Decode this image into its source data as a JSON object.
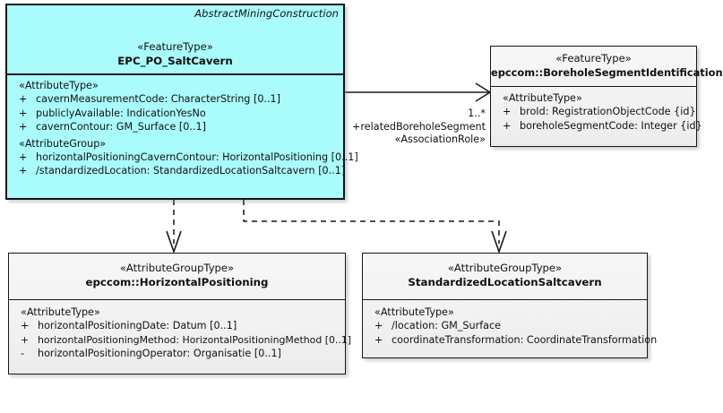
{
  "diagram": {
    "type": "uml-class-diagram",
    "background": "#ffffff",
    "highlight_color": "#aafbfb",
    "box_fill_color": "#f2f2f2",
    "line_color": "#14171a"
  },
  "classes": [
    {
      "id": "salt-cavern",
      "qualifier": "AbstractMiningConstruction",
      "stereotype": "«FeatureType»",
      "name": "EPC_PO_SaltCavern",
      "compartments": [
        {
          "label": "«AttributeType»",
          "attributes": [
            {
              "visibility": "+",
              "text": "cavernMeasurementCode: CharacterString [0..1]"
            },
            {
              "visibility": "+",
              "text": "publiclyAvailable: IndicationYesNo"
            },
            {
              "visibility": "+",
              "text": "cavernContour: GM_Surface [0..1]"
            }
          ]
        },
        {
          "label": "«AttributeGroup»",
          "attributes": [
            {
              "visibility": "+",
              "text": "horizontalPositioningCavernContour: HorizontalPositioning [0..1]"
            },
            {
              "visibility": "+",
              "text": "/standardizedLocation: StandardizedLocationSaltcavern [0..1]"
            }
          ]
        }
      ]
    },
    {
      "id": "borehole-segment-identification",
      "qualifier": "",
      "stereotype": "«FeatureType»",
      "name": "epccom::BoreholeSegmentIdentification",
      "compartments": [
        {
          "label": "«AttributeType»",
          "attributes": [
            {
              "visibility": "+",
              "text": "broId: RegistrationObjectCode {id}"
            },
            {
              "visibility": "+",
              "text": "boreholeSegmentCode: Integer {id}"
            }
          ]
        }
      ]
    },
    {
      "id": "horizontal-positioning",
      "qualifier": "",
      "stereotype": "«AttributeGroupType»",
      "name": "epccom::HorizontalPositioning",
      "compartments": [
        {
          "label": "«AttributeType»",
          "attributes": [
            {
              "visibility": "+",
              "text": "horizontalPositioningDate: Datum [0..1]"
            },
            {
              "visibility": "+",
              "text": "horizontalPositioningMethod: HorizontalPositioningMethod [0..1]"
            },
            {
              "visibility": "-",
              "text": "horizontalPositioningOperator: Organisatie [0..1]"
            }
          ]
        }
      ]
    },
    {
      "id": "standardized-location-saltcavern",
      "qualifier": "",
      "stereotype": "«AttributeGroupType»",
      "name": "StandardizedLocationSaltcavern",
      "compartments": [
        {
          "label": "«AttributeType»",
          "attributes": [
            {
              "visibility": "+",
              "text": "/location: GM_Surface"
            },
            {
              "visibility": "+",
              "text": "coordinateTransformation: CoordinateTransformation"
            }
          ]
        }
      ]
    }
  ],
  "association": {
    "multiplicity": "1..*",
    "role_name": "+relatedBoreholeSegment",
    "stereotype": "«AssociationRole»"
  }
}
